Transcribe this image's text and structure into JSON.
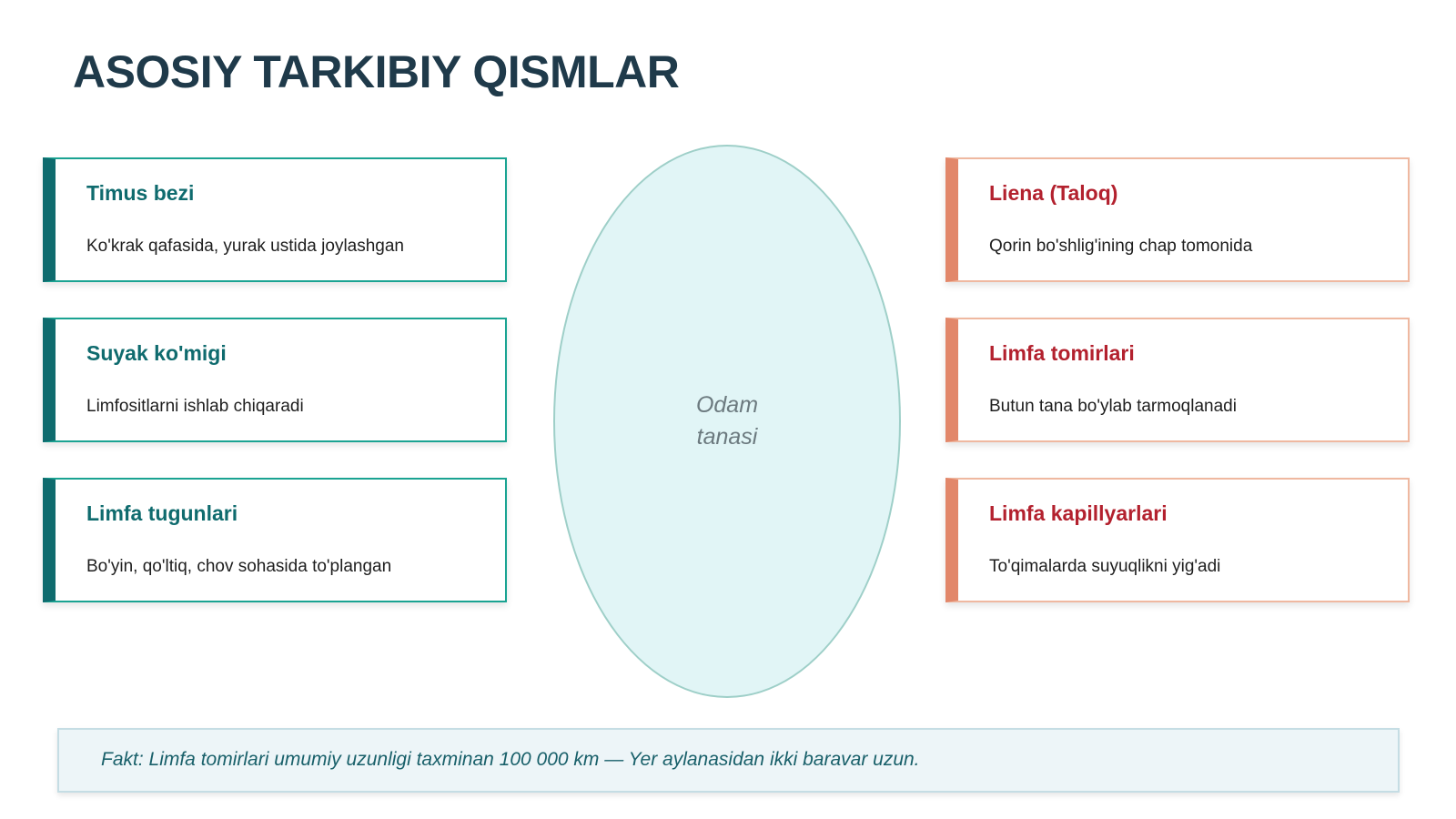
{
  "slide": {
    "title": "ASOSIY TARKIBIY QISMLAR"
  },
  "left_cards": [
    {
      "title": "Timus bezi",
      "description": "Ko'krak qafasida, yurak ustida joylashgan"
    },
    {
      "title": "Suyak ko'migi",
      "description": "Limfositlarni ishlab chiqaradi"
    },
    {
      "title": "Limfa tugunlari",
      "description": "Bo'yin, qo'ltiq, chov sohasida to'plangan"
    }
  ],
  "right_cards": [
    {
      "title": "Liena (Taloq)",
      "description": "Qorin bo'shlig'ining chap tomonida"
    },
    {
      "title": "Limfa tomirlari",
      "description": "Butun tana bo'ylab tarmoqlanadi"
    },
    {
      "title": "Limfa kapillyarlari",
      "description": "To'qimalarda suyuqlikni yig'adi"
    }
  ],
  "center": {
    "label": "Odam tanasi"
  },
  "fact": {
    "text": "Fakt: Limfa tomirlari umumiy uzunligi taxminan 100 000 km — Yer aylanasidan ikki baravar uzun."
  },
  "colors": {
    "title": "#1f3a4a",
    "teal_accent": "#0f6b6e",
    "teal_border": "#1aa392",
    "coral_accent": "#e2876a",
    "coral_border": "#efb8a0",
    "red_title": "#b3212e",
    "oval_fill": "#e1f5f6",
    "fact_bg": "#edf5f8",
    "fact_text": "#19606a"
  }
}
